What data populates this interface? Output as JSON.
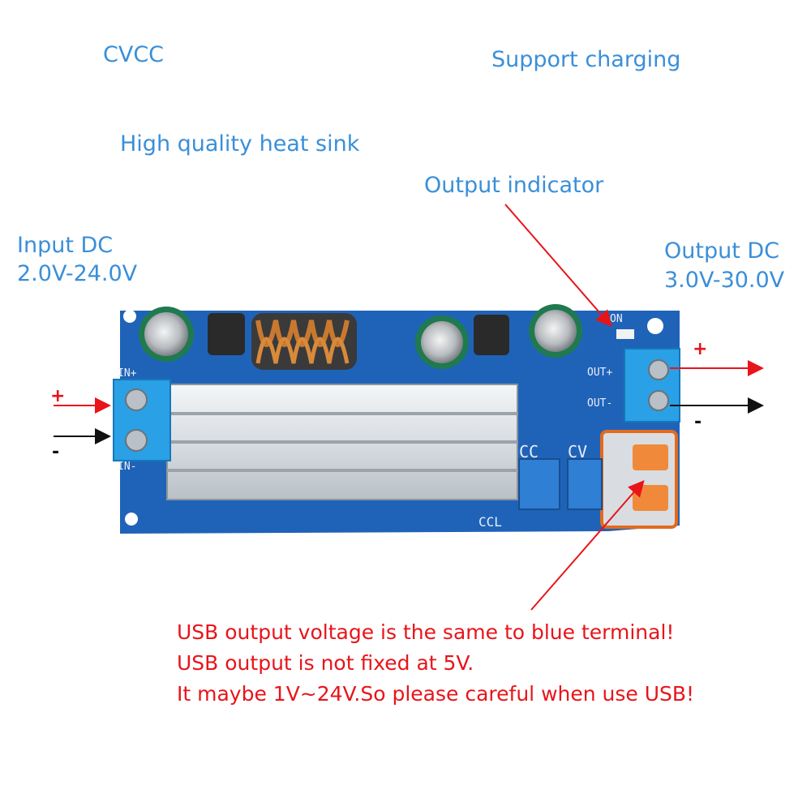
{
  "labels": {
    "cvcc": "CVCC",
    "support_charging": "Support charging",
    "heat_sink": "High quality heat sink",
    "output_indicator": "Output indicator",
    "input_dc_title": "Input DC",
    "input_dc_range": "2.0V-24.0V",
    "output_dc_title": "Output DC",
    "output_dc_range": "3.0V-30.0V"
  },
  "terminals": {
    "plus": "+",
    "minus": "-"
  },
  "board_marks": {
    "in_plus": "IN+",
    "in_minus": "IN-",
    "out_plus": "OUT+",
    "out_minus": "OUT-",
    "on": "ON",
    "cc": "CC",
    "cv": "CV",
    "ccl": "CCL"
  },
  "warning": {
    "line1": "USB output voltage is the same to blue terminal!",
    "line2": "USB output is not fixed at 5V.",
    "line3": "It maybe 1V~24V.So please careful when use USB!"
  },
  "colors": {
    "label_blue": "#3a8fd8",
    "warning_red": "#e8141a",
    "pcb_blue": "#1f63b8",
    "terminal_blue": "#2aa0e6"
  }
}
